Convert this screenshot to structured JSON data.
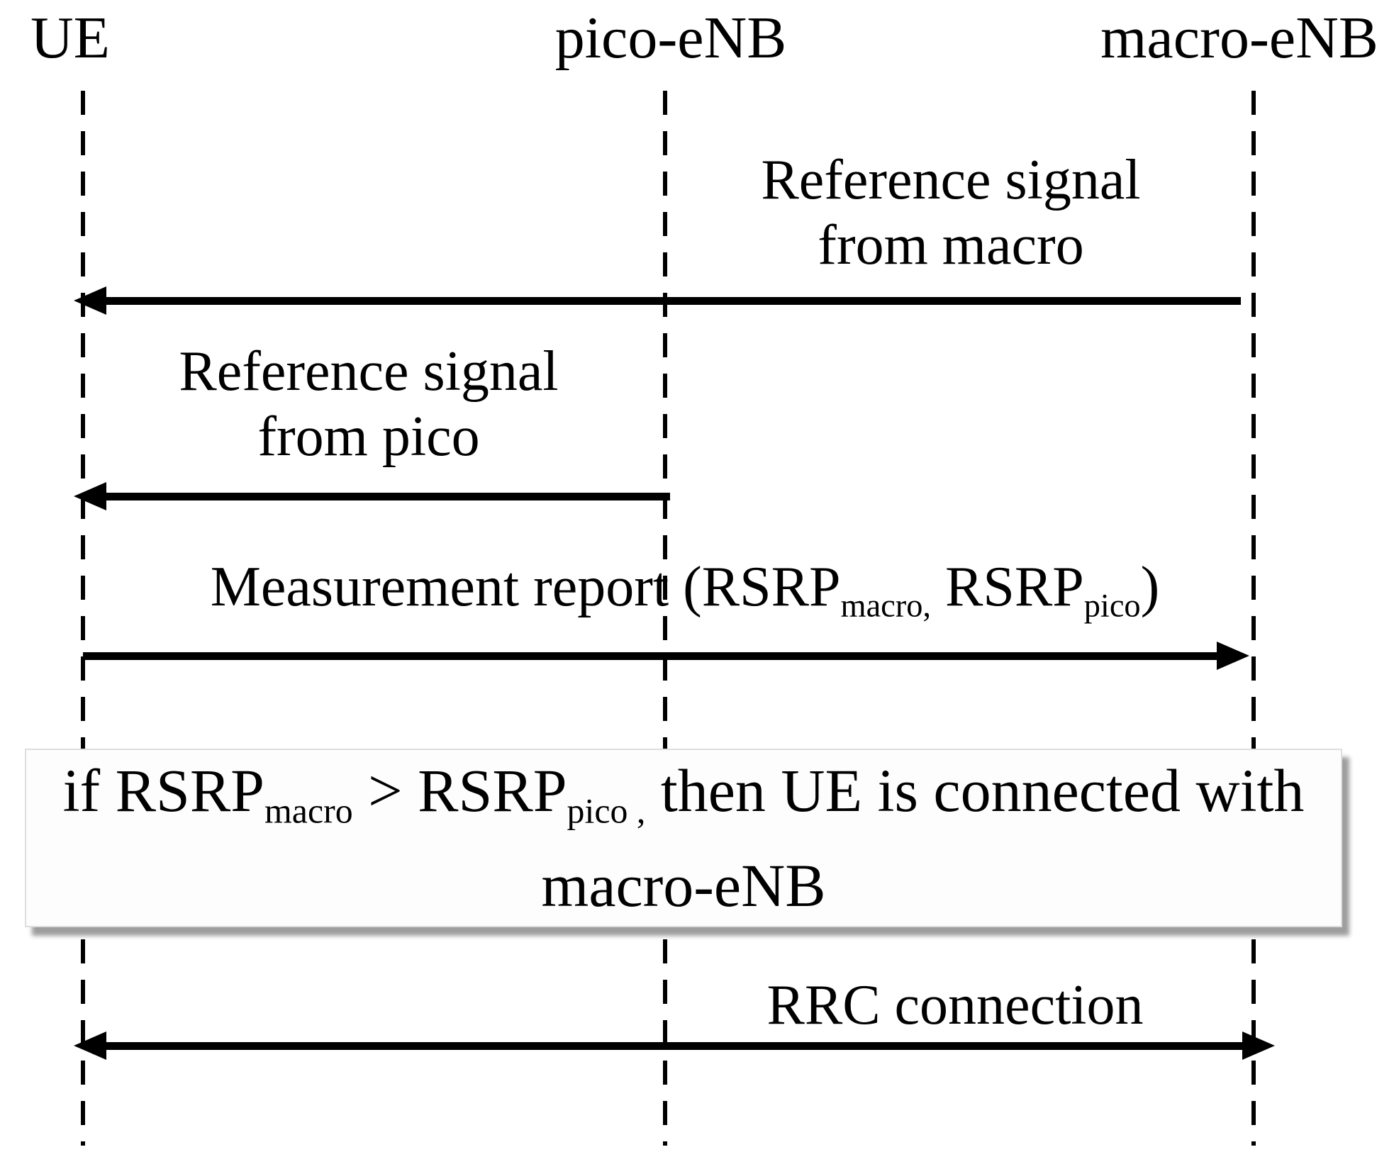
{
  "figure": {
    "actors": [
      {
        "label": "UE"
      },
      {
        "label": "pico-eNB"
      },
      {
        "label": "macro-eNB"
      }
    ],
    "messages": {
      "ref_macro": {
        "line1": "Reference signal",
        "line2": "from macro",
        "from": "macro-eNB",
        "to": "UE"
      },
      "ref_pico": {
        "line1": "Reference signal",
        "line2": "from pico",
        "from": "pico-eNB",
        "to": "UE"
      },
      "measurement": {
        "p1": "Measurement report",
        "p2": " (RSRP",
        "sub1": "macro",
        "comma": ",",
        "p3": " RSRP",
        "sub2": "pico",
        "p4": ")",
        "from": "UE",
        "to": "macro-eNB"
      },
      "rrc": {
        "label": "RRC connection",
        "from": "UE",
        "to": "macro-eNB",
        "bidirectional": true
      }
    },
    "condition": {
      "p1": "if RSRP",
      "sub1": "macro",
      "p2": " > RSRP",
      "sub2": "pico",
      "comma": " ,",
      "p3": " then UE is connected with",
      "line2": "macro-eNB"
    },
    "colors": {
      "ink": "#000000",
      "box_background": "#fdfdfd",
      "box_border": "#dedede",
      "box_shadow": "#9e9e9e"
    }
  }
}
